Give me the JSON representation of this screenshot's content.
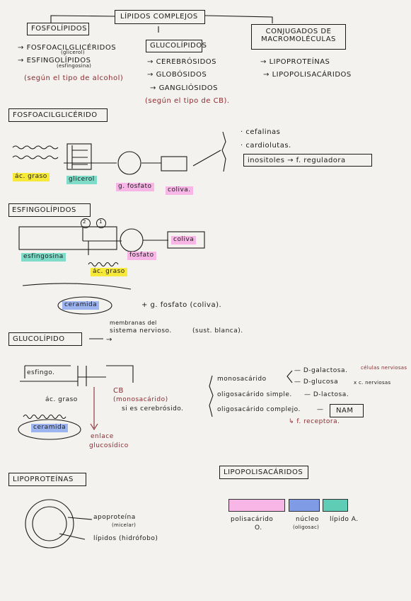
{
  "title": "LÍPIDOS COMPLEJOS",
  "branches": {
    "fosfolipidos": {
      "label": "FOSFOLÍPIDOS",
      "items": [
        "FOSFOACILGLICÉRIDOS",
        "ESFINGOLÍPIDOS"
      ],
      "item_notes": [
        "(glicerol)",
        "(esfingosina)"
      ],
      "note": "(según el tipo de alcohol)"
    },
    "glucolipidos": {
      "label": "GLUCOLÍPIDOS",
      "items": [
        "CEREBRÓSIDOS",
        "GLOBÓSIDOS",
        "GANGLIÓSIDOS"
      ],
      "note": "(según el tipo de CB)."
    },
    "conjugados": {
      "label": "CONJUGADOS DE MACROMOLÉCULAS",
      "items": [
        "LIPOPROTEÍNAS",
        "LIPOPOLISACÁRIDOS"
      ]
    }
  },
  "fosfoacil": {
    "heading": "FOSFOACILGLICÉRIDO",
    "labels": {
      "acido": "ác. graso",
      "glicerol": "glicerol",
      "fosfato": "g. fosfato",
      "coliva": "coliva."
    },
    "options": [
      "cefalinas",
      "cardiolutas.",
      "inositoles"
    ],
    "inositoles_note": "f. reguladora"
  },
  "esfingo": {
    "heading": "ESFINGOLÍPIDOS",
    "labels": {
      "n2": "2",
      "n1": "1",
      "coliva": "coliva",
      "esfingosina": "esfingosina",
      "fosfato": "fosfato",
      "acido": "ác. graso",
      "ceramida": "ceramida",
      "formula": "+ g. fosfato (coliva)."
    }
  },
  "gluco": {
    "heading": "GLUCOLÍPIDO",
    "arrow_note_1": "membranas del",
    "arrow_note_2": "sistema nervioso.",
    "arrow_note_3": "(sust. blanca).",
    "labels": {
      "esfingo": "esfingo.",
      "acido": "ác. graso",
      "ceramida": "ceramida",
      "cb": "CB",
      "cb_note": "(monosacárido)",
      "cb_note2": "si es cerebrósido.",
      "enlace_1": "enlace",
      "enlace_2": "glucosídico"
    },
    "list": [
      {
        "left": "monosacárido",
        "right_1": "D-galactosa.",
        "right_2": "D-glucosa"
      },
      {
        "left": "oligosacárido simple.",
        "right": "D-lactosa."
      },
      {
        "left": "oligosacárido complejo.",
        "right": "NAM"
      }
    ],
    "cells_note": "células nerviosas",
    "other_note": "x c. nerviosas",
    "receptor_note": "f. receptora."
  },
  "lipoproteinas": {
    "heading": "LIPOPROTEÍNAS",
    "outer": "apoproteína",
    "outer_sub": "(micelar)",
    "inner": "lípidos",
    "inner_sub": "(hidrófobo)"
  },
  "lipopolisacaridos": {
    "heading": "LIPOPOLISACÁRIDOS",
    "segments": [
      {
        "label": "polisacárido",
        "label2": "O.",
        "color": "#f7b6e6"
      },
      {
        "label": "núcleo",
        "label2": "(oligosac)",
        "color": "#7f9be6"
      },
      {
        "label": "lípido A.",
        "label2": "",
        "color": "#5fcdb5"
      }
    ]
  }
}
